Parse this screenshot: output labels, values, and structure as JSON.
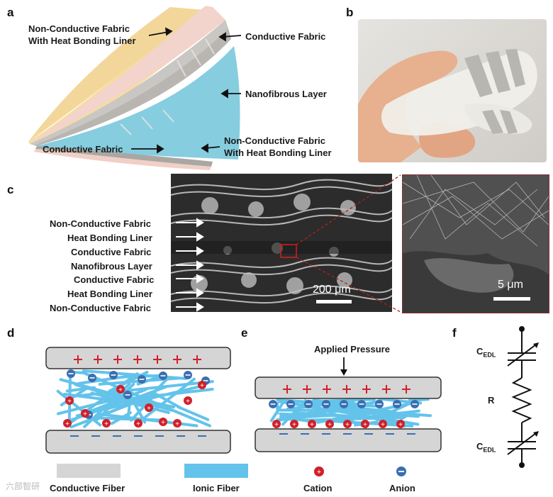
{
  "panels": {
    "a": {
      "letter": "a",
      "labels": {
        "top_left": [
          "Non-Conductive Fabric",
          "With Heat Bonding Liner"
        ],
        "top_right": "Conductive Fabric",
        "middle": "Nanofibrous Layer",
        "bottom_left": "Conductive Fabric",
        "bottom_right": [
          "Non-Conductive Fabric",
          "With Heat Bonding Liner"
        ]
      }
    },
    "b": {
      "letter": "b"
    },
    "c": {
      "letter": "c",
      "layers": [
        "Non-Conductive Fabric",
        "Heat Bonding Liner",
        "Conductive Fabric",
        "Nanofibrous Layer",
        "Conductive Fabric",
        "Heat Bonding Liner",
        "Non-Conductive Fabric"
      ],
      "scalebar_main": "200 μm",
      "scalebar_inset": "5 μm"
    },
    "d": {
      "letter": "d"
    },
    "e": {
      "letter": "e",
      "pressure_label": "Applied Pressure"
    },
    "f": {
      "letter": "f",
      "cap_top": "C",
      "cap_top_sub": "EDL",
      "resistor": "R",
      "cap_bottom": "C",
      "cap_bottom_sub": "EDL"
    }
  },
  "legend": {
    "conductive_fiber": "Conductive Fiber",
    "ionic_fiber": "Ionic Fiber",
    "cation": "Cation",
    "anion": "Anion"
  },
  "watermark": "六部智研",
  "colors": {
    "positive": "#d0202a",
    "negative": "#3a6fb0",
    "ionic": "#63c3ea",
    "electrode": "#d5d5d5"
  }
}
